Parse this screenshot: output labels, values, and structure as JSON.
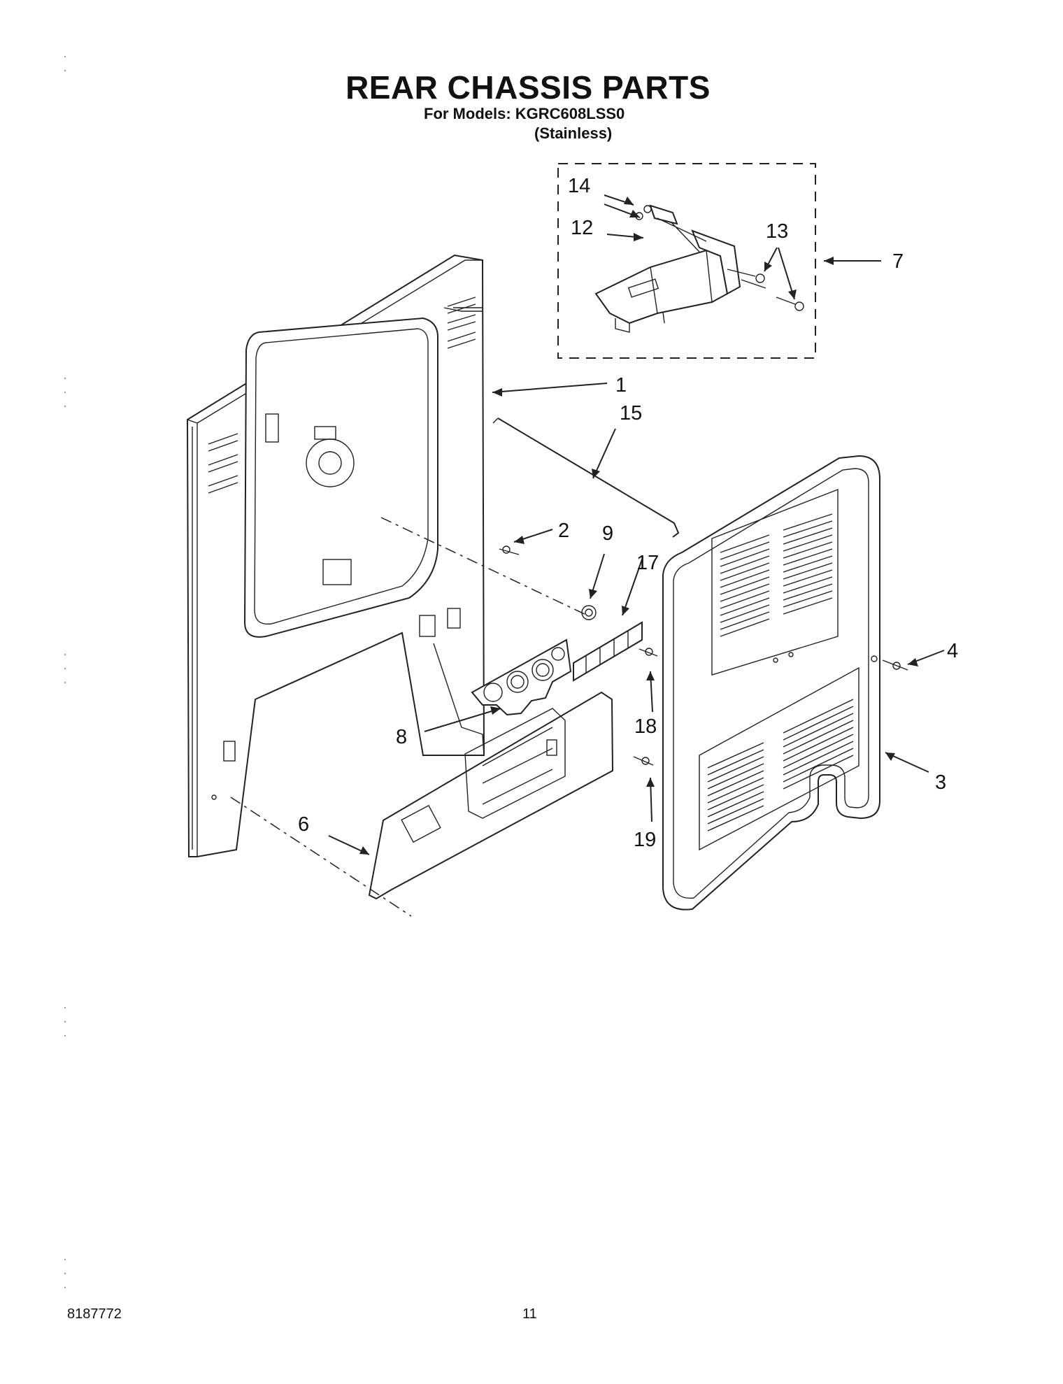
{
  "header": {
    "title": "REAR CHASSIS PARTS",
    "models_line": "For Models: KGRC608LSS0",
    "variant": "(Stainless)"
  },
  "callouts": {
    "c1": "1",
    "c2": "2",
    "c3": "3",
    "c4": "4",
    "c6": "6",
    "c7": "7",
    "c8": "8",
    "c9": "9",
    "c12": "12",
    "c13": "13",
    "c14": "14",
    "c15": "15",
    "c17": "17",
    "c18": "18",
    "c19": "19"
  },
  "footer": {
    "doc_number": "8187772",
    "page_number": "11"
  }
}
